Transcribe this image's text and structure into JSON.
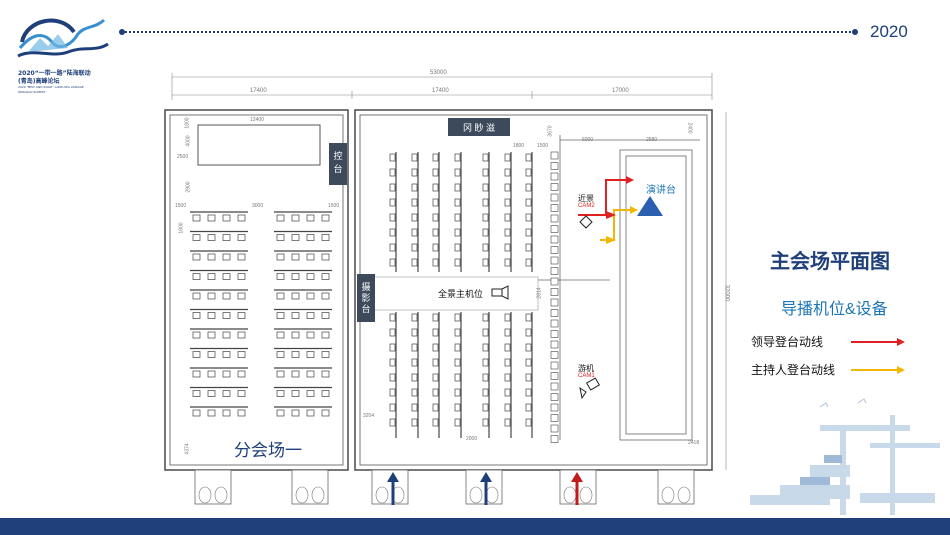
{
  "header": {
    "logo_line1": "2020“一带一路”陆海联动",
    "logo_line2": "(青岛)高峰论坛",
    "logo_line3": "2020 \"BELT AND ROAD\" LAND-SEA LINKAGE",
    "logo_line4": "QINGDAO SUMMIT",
    "year": "2020"
  },
  "side_panel": {
    "title": "主会场平面图",
    "subtitle": "导播机位&设备",
    "legend": [
      {
        "label": "领导登台动线",
        "color": "#e0211f"
      },
      {
        "label": "主持人登台动线",
        "color": "#f2b705"
      }
    ]
  },
  "plan": {
    "dim_total": "53000",
    "dim_left": "17400",
    "dim_mid": "17400",
    "dim_right": "17000",
    "dim_height": "32000",
    "dim_left_small": [
      "4000",
      "2500",
      "2900",
      "1500",
      "3000",
      "1500",
      "1800",
      "4374",
      "1800"
    ],
    "dim_left_top": "12400",
    "dim_mid_small": [
      "1800",
      "1500",
      "3204",
      "2000",
      "2814"
    ],
    "dim_right_small": [
      "6000",
      "2580",
      "2400",
      "2418"
    ],
    "dim_right_vert": "3670",
    "control_room": "控台",
    "photo_platform": "摄影台",
    "projector_room": "冈 眇 滋",
    "main_camera": "全景主机位",
    "near_label": "近景",
    "cam2": "CAM2",
    "roam_label": "游机",
    "cam1": "CAM1",
    "podium": "演讲台",
    "subvenue": "分会场一"
  },
  "colors": {
    "brand_blue": "#1f3f7a",
    "accent_blue": "#1b75b6",
    "red": "#e0211f",
    "yellow": "#f2b705",
    "wall": "#555555"
  }
}
